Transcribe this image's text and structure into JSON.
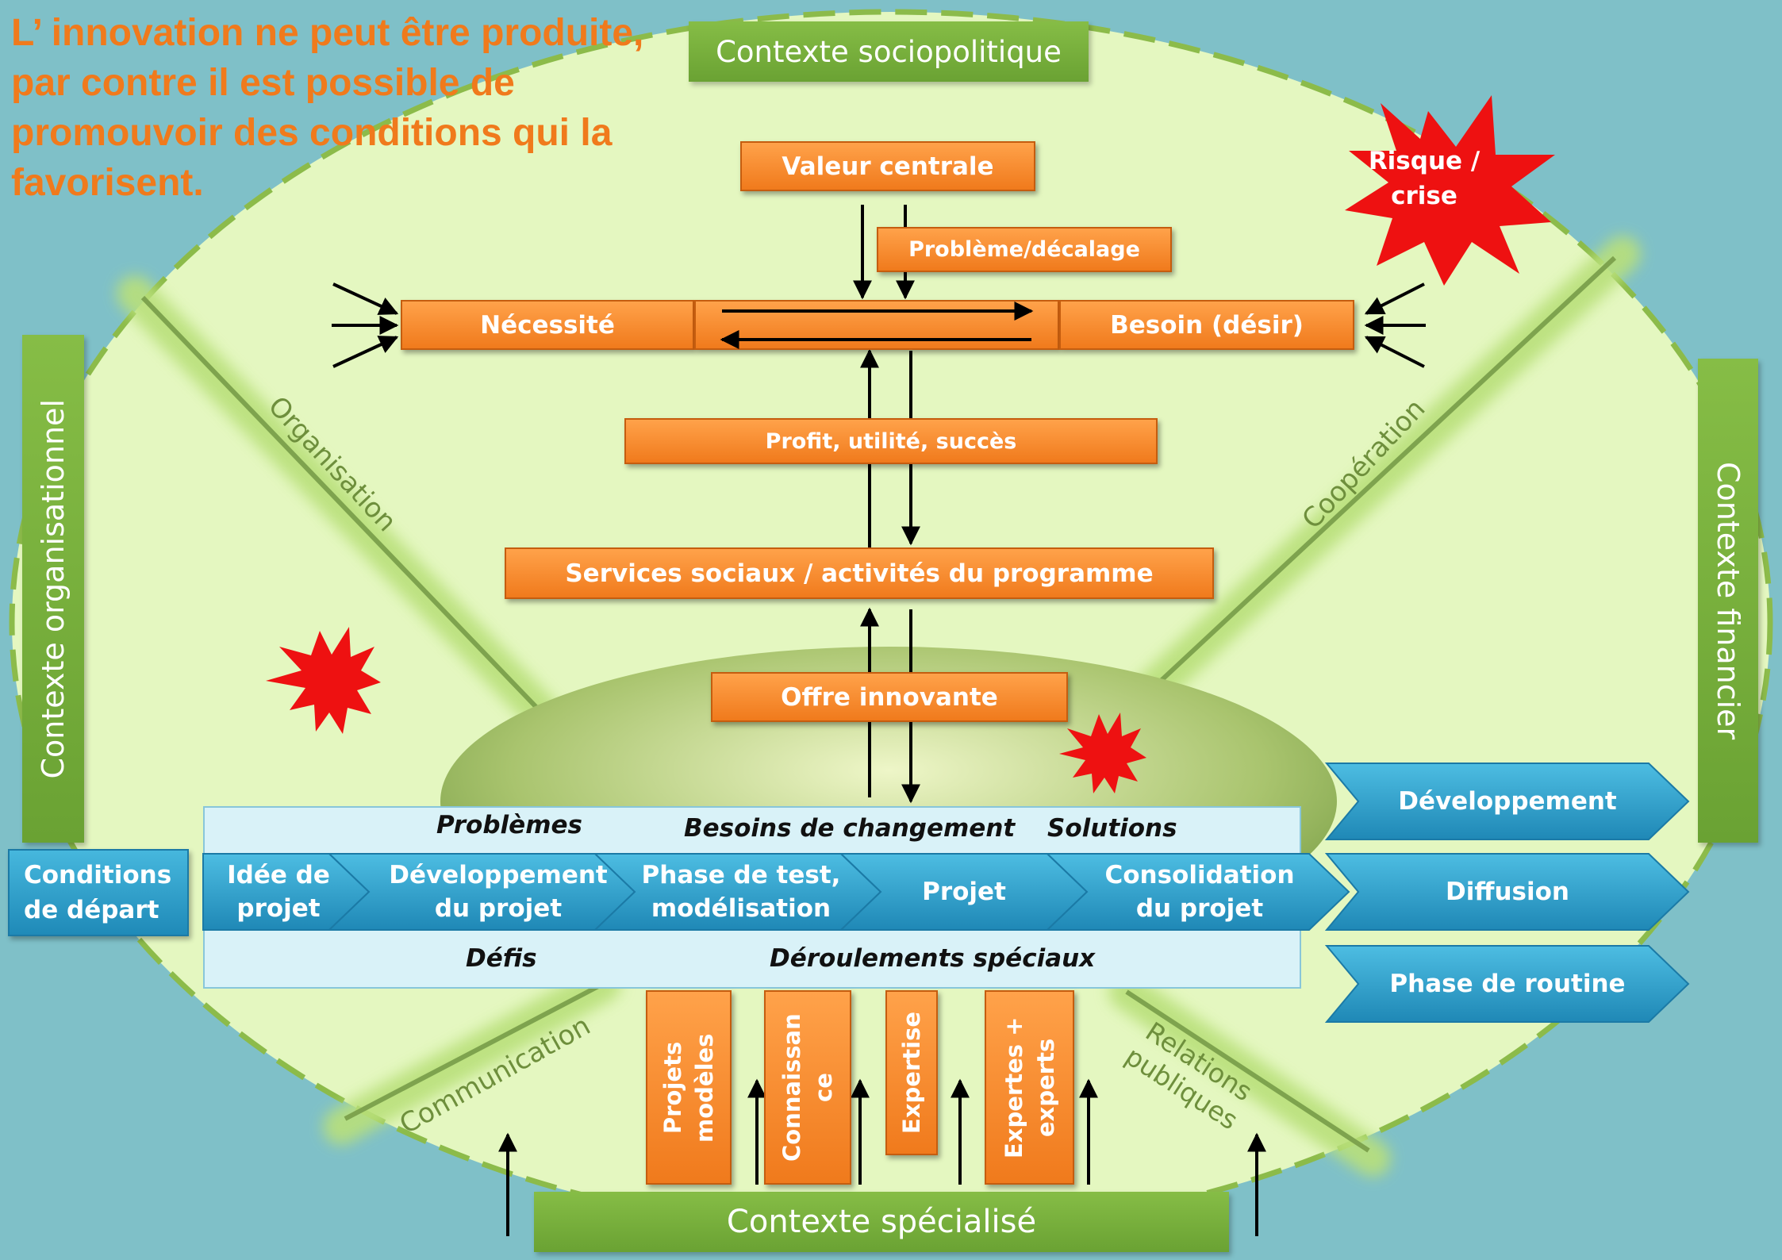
{
  "headline": "L’ innovation ne peut être produite, par contre il est possible de promouvoir des conditions qui la favorisent.",
  "contexts": {
    "top": "Contexte sociopolitique",
    "left": "Contexte organisationnel",
    "right": "Contexte financier",
    "bottom": "Contexte spécialisé"
  },
  "core_boxes": {
    "valeur": "Valeur centrale",
    "probleme": "Problème/décalage",
    "necessite": "Nécessité",
    "besoin": "Besoin (désir)",
    "profit": "Profit, utilité, succès",
    "services": "Services sociaux / activités du programme",
    "offre": "Offre innovante"
  },
  "risk": "Risque / crise",
  "diagonal_labels": {
    "organisation": "Organisation",
    "cooperation": "Coopération",
    "communication": "Communication",
    "relations": "Relations publiques"
  },
  "band_top": {
    "problemes": "Problèmes",
    "besoins": "Besoins de changement",
    "solutions": "Solutions"
  },
  "band_bottom": {
    "defis": "Défis",
    "deroulements": "Déroulements spéciaux"
  },
  "conditions": "Conditions de départ",
  "process_steps": [
    "Idée de projet",
    "Développement du projet",
    "Phase de test, modélisation",
    "Projet",
    "Consolidation du projet"
  ],
  "outcomes": [
    "Développement",
    "Diffusion",
    "Phase de routine"
  ],
  "pillars": [
    "Projets modèles",
    "Connaissance",
    "Expertise",
    "Expertes + experts"
  ],
  "colors": {
    "background": "#7fc0c8",
    "ellipse": "#e4f7c0",
    "orange": "#f07a1c",
    "green": "#7ab23e",
    "blue": "#2a9bc8",
    "red": "#ee1111"
  }
}
